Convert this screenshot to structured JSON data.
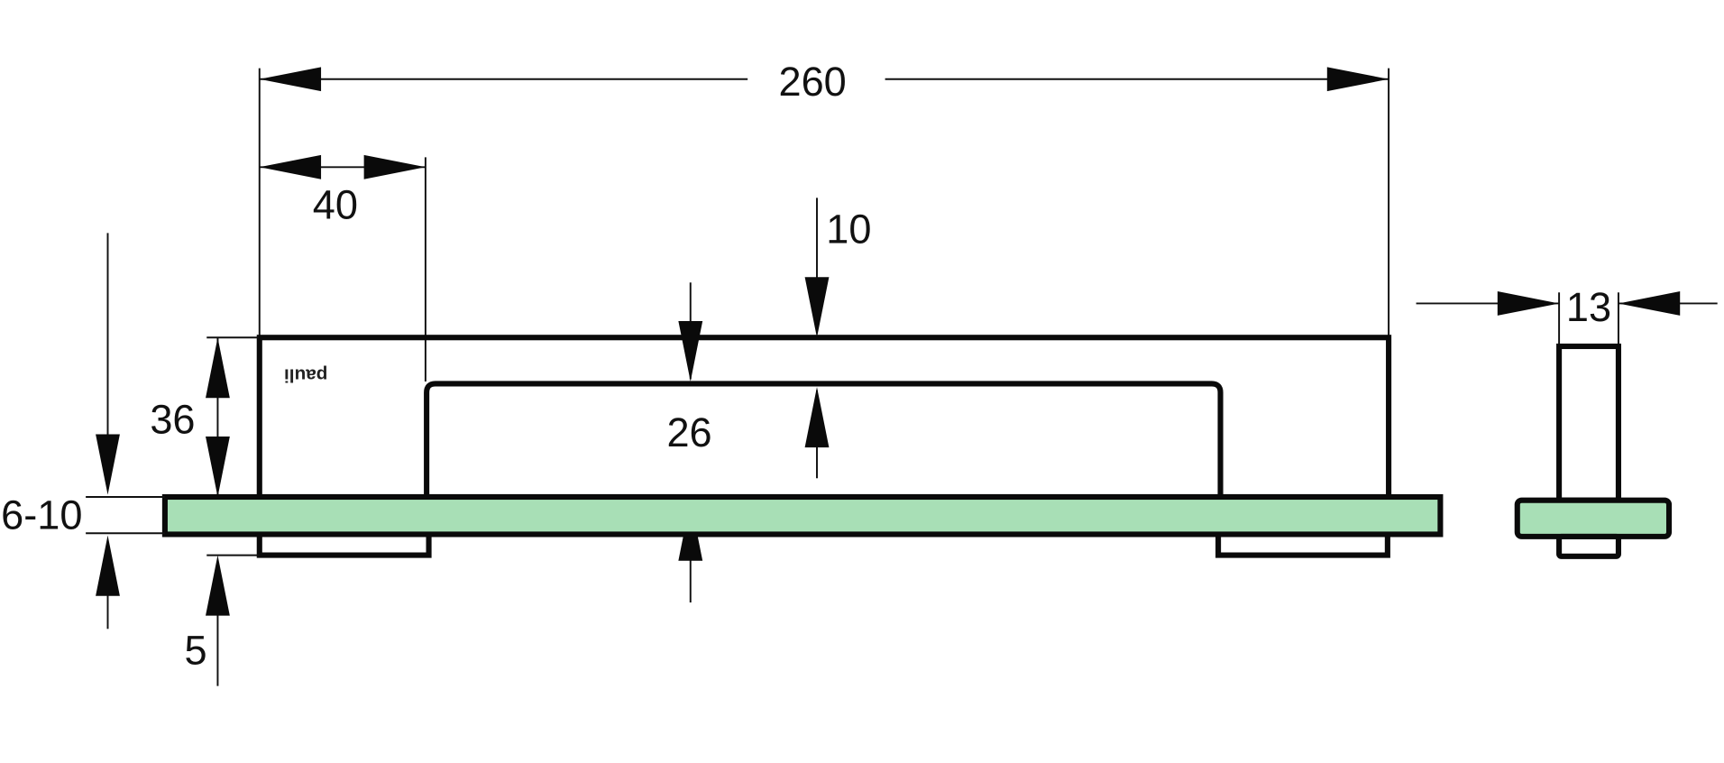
{
  "drawing": {
    "logo_text": "pauli",
    "plate_color": "#a8dfb6",
    "dimensions": {
      "overall_length": "260",
      "end_length": "40",
      "top_thickness": "10",
      "height": "36",
      "grip_height": "26",
      "panel_thickness": "6-10",
      "base_offset": "5",
      "width": "13"
    }
  }
}
